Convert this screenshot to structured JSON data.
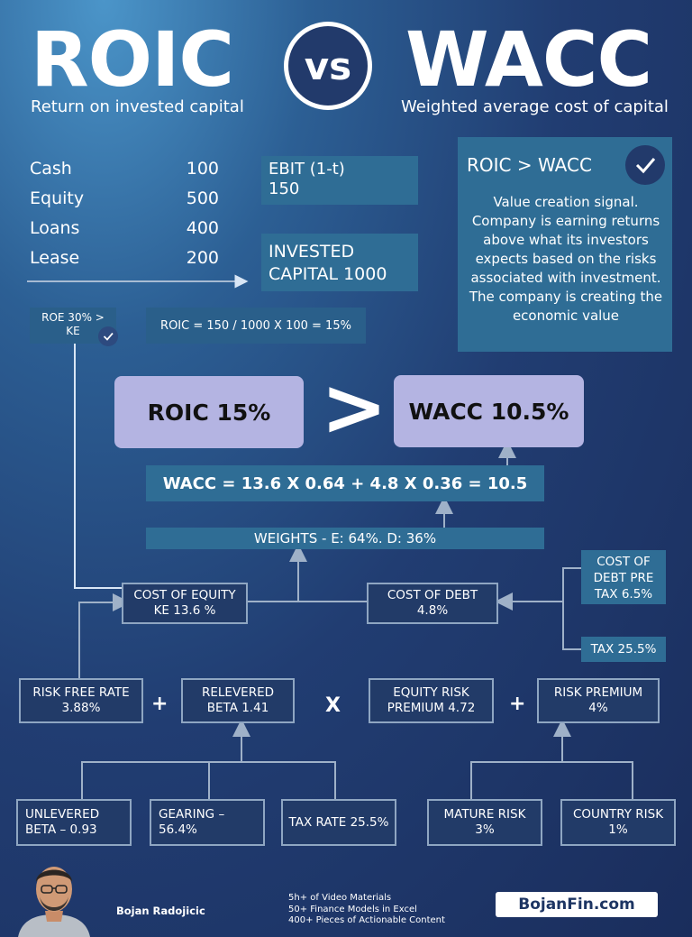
{
  "header": {
    "left_title": "ROIC",
    "left_subtitle": "Return on invested capital",
    "vs": "vs",
    "right_title": "WACC",
    "right_subtitle": "Weighted average cost of capital"
  },
  "capital": {
    "items": [
      {
        "label": "Cash",
        "value": "100"
      },
      {
        "label": "Equity",
        "value": "500"
      },
      {
        "label": "Loans",
        "value": "400"
      },
      {
        "label": "Lease",
        "value": "200"
      }
    ],
    "ebit_line1": "EBIT (1-t)",
    "ebit_line2": "150",
    "invested_line1": "INVESTED",
    "invested_line2": "CAPITAL 1000"
  },
  "signal": {
    "title": "ROIC > WACC",
    "text": "Value creation signal. Company is earning returns above what its investors expects based on the risks associated with investment. The company is creating the economic value"
  },
  "roe": {
    "line1": "ROE 30% >",
    "line2": "KE"
  },
  "roic_formula": "ROIC = 150 / 1000 X 100 = 15%",
  "comparison": {
    "roic": "ROIC 15%",
    "op": ">",
    "wacc": "WACC 10.5%"
  },
  "wacc_formula": "WACC  = 13.6 X 0.64 + 4.8 X 0.36  = 10.5",
  "weights": "WEIGHTS -  E: 64%. D: 36%",
  "cost_of_equity": {
    "line1": "COST OF EQUITY",
    "line2": "KE 13.6 %"
  },
  "cost_of_debt": {
    "line1": "COST OF DEBT",
    "line2": "4.8%"
  },
  "cost_of_debt_pre": {
    "line1": "COST OF",
    "line2": "DEBT PRE",
    "line3": "TAX  6.5%"
  },
  "tax": "TAX  25.5%",
  "components": {
    "risk_free": {
      "line1": "RISK FREE RATE",
      "line2": "3.88%"
    },
    "plus1": "+",
    "relevered": {
      "line1": "RELEVERED",
      "line2": "BETA 1.41"
    },
    "times": "X",
    "erp": {
      "line1": "EQUITY RISK",
      "line2": "PREMIUM 4.72"
    },
    "plus2": "+",
    "risk_premium": {
      "line1": "RISK PREMIUM",
      "line2": "4%"
    }
  },
  "bottom": {
    "unlevered": {
      "line1": "UNLEVERED",
      "line2": "BETA – 0.93"
    },
    "gearing": {
      "line1": "GEARING –",
      "line2": "56.4%"
    },
    "tax_rate": "TAX RATE 25.5%",
    "mature": {
      "line1": "MATURE RISK",
      "line2": "3%"
    },
    "country": {
      "line1": "COUNTRY RISK",
      "line2": "1%"
    }
  },
  "footer": {
    "author": "Bojan Radojicic",
    "bullets": [
      "5h+ of Video Materials",
      "50+ Finance Models in Excel",
      "400+ Pieces of Actionable Content"
    ],
    "brand": "BojanFin.com"
  },
  "colors": {
    "purple_box": "#b4b4e2",
    "teal_box": "#2f6d95",
    "dark_box": "#223b68",
    "box_border": "#8fa6c2"
  }
}
